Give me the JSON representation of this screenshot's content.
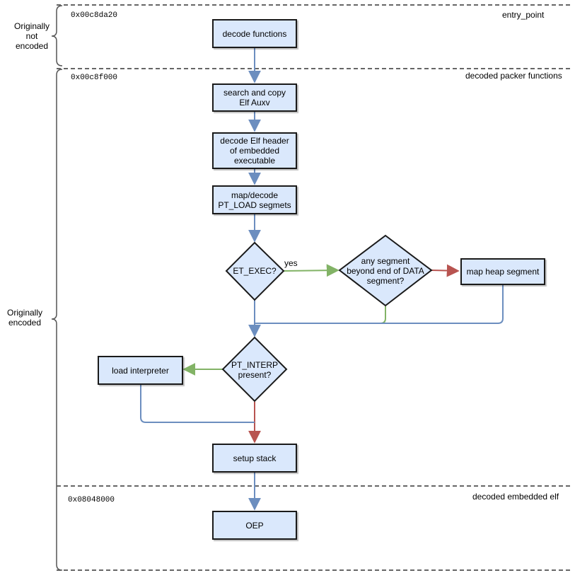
{
  "sections": {
    "entry": {
      "address": "0x00c8da20",
      "name": "entry_point"
    },
    "packer": {
      "address": "0x00c8f000",
      "name": "decoded packer functions"
    },
    "embedded": {
      "address": "0x08048000",
      "name": "decoded embedded elf"
    }
  },
  "side_labels": {
    "not_encoded": "Originally\nnot\nencoded",
    "encoded": "Originally\nencoded"
  },
  "nodes": {
    "decode_functions": "decode functions",
    "search_copy": "search and copy\nElf Auxv",
    "decode_header": "decode Elf header\nof embedded\nexecutable",
    "map_decode": "map/decode\nPT_LOAD segmets",
    "et_exec": "ET_EXEC?",
    "any_segment": "any segment\nbeyond end of DATA\nsegment?",
    "map_heap": "map heap segment",
    "pt_interp": "PT_INTERP\npresent?",
    "load_interpreter": "load interpreter",
    "setup_stack": "setup stack",
    "oep": "OEP"
  },
  "edge_labels": {
    "yes": "yes"
  },
  "colors": {
    "node_fill": "#dae8fc",
    "blue_edge": "#6c8ebf",
    "green_edge": "#82b366",
    "red_edge": "#b85450",
    "dashed": "#666666"
  }
}
